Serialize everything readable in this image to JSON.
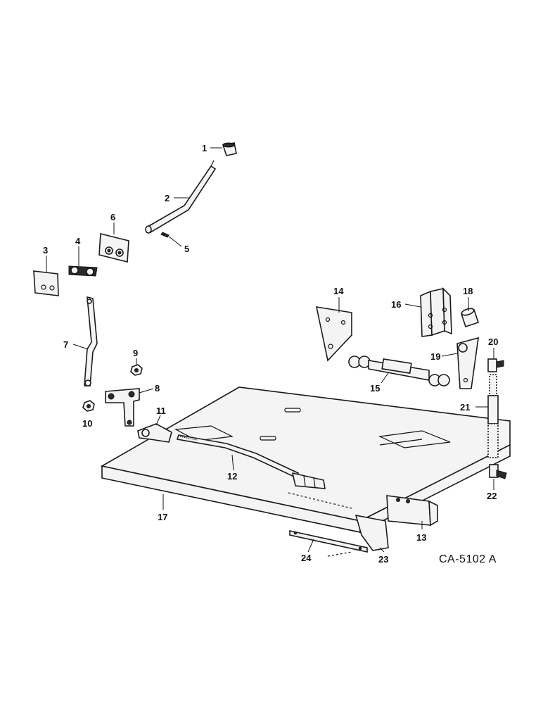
{
  "diagram": {
    "reference_code": "CA-5102 A",
    "callouts": [
      "1",
      "2",
      "3",
      "4",
      "5",
      "6",
      "7",
      "8",
      "9",
      "10",
      "11",
      "12",
      "13",
      "14",
      "15",
      "16",
      "17",
      "18",
      "19",
      "20",
      "21",
      "22",
      "23",
      "24"
    ]
  }
}
